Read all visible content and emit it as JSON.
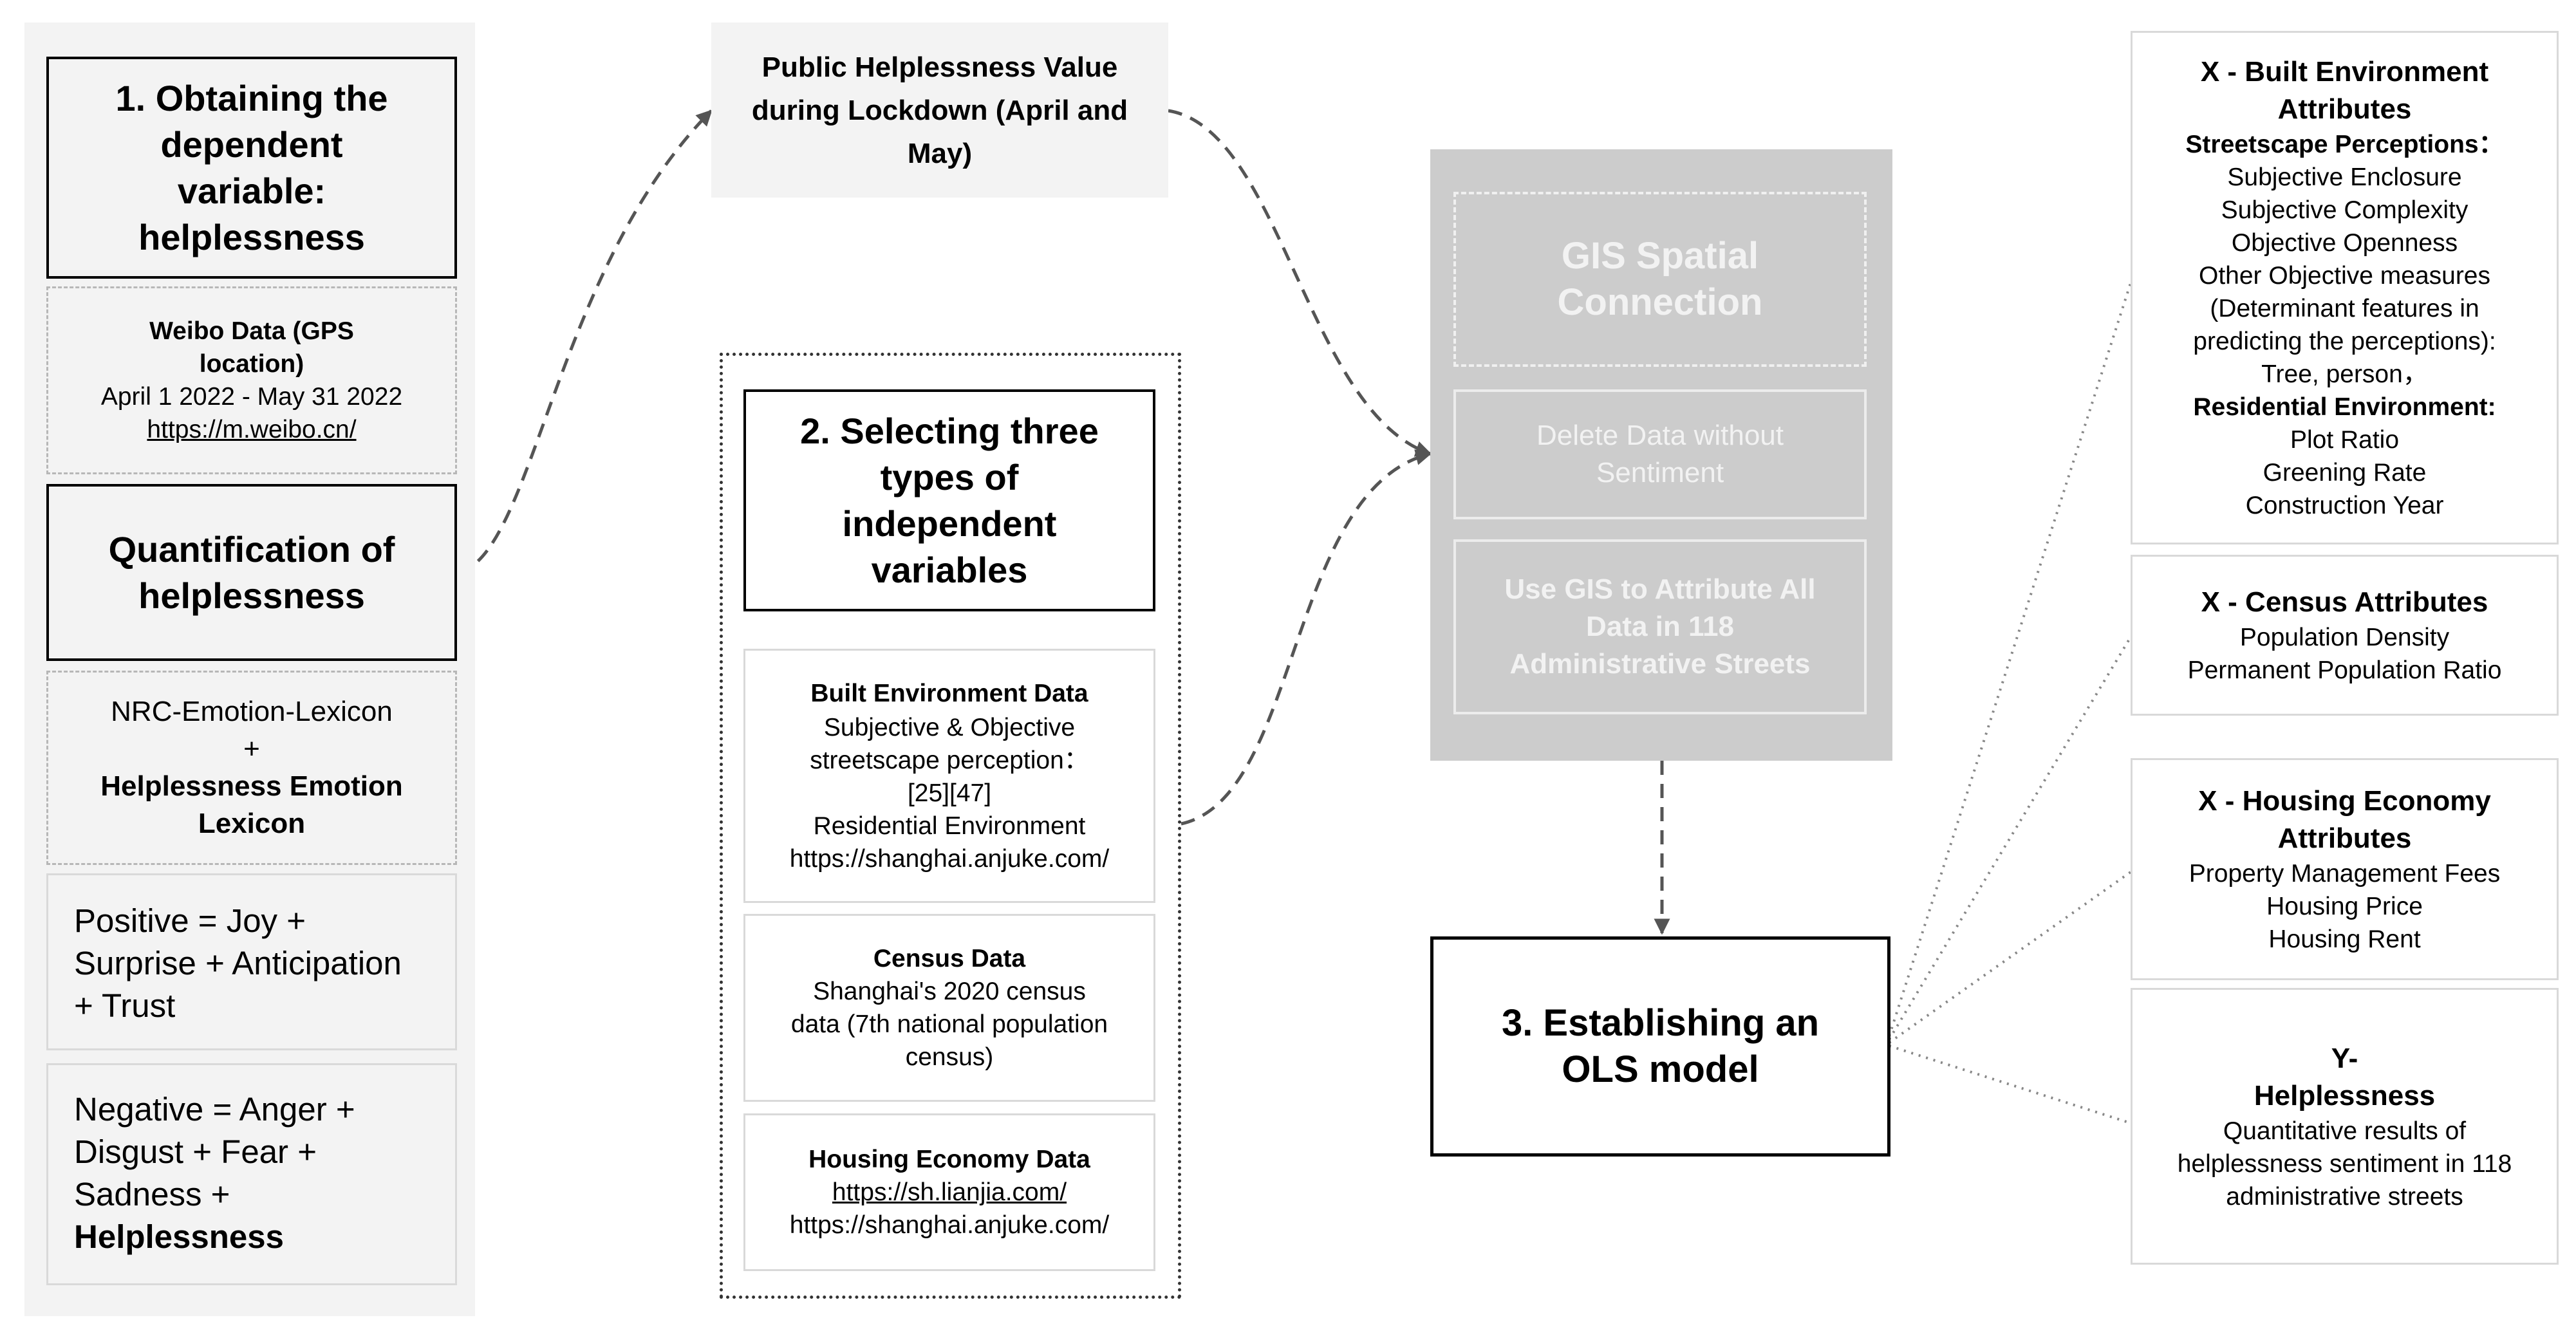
{
  "left": {
    "title": "1. Obtaining the dependent variable: helplessness",
    "weibo": {
      "title": "Weibo Data  (GPS location)",
      "dates": "April 1 2022 - May 31 2022",
      "url": "https://m.weibo.cn/"
    },
    "quant_title": "Quantification of helplessness",
    "lexicon": {
      "line1": "NRC-Emotion-Lexicon",
      "plus": "+",
      "line2": "Helplessness Emotion Lexicon"
    },
    "positive": "Positive = Joy + Surprise + Anticipation + Trust",
    "negative": {
      "text": "Negative = Anger + Disgust + Fear + Sadness +",
      "bold": "Helplessness"
    }
  },
  "public_value": "Public Helplessness Value during Lockdown (April and May)",
  "middle": {
    "title": "2. Selecting three types of independent variables",
    "built": {
      "title": "Built Environment Data",
      "lines": [
        "Subjective & Objective",
        "streetscape perception：",
        "[25][47]",
        "Residential Environment",
        "https://shanghai.anjuke.com/"
      ]
    },
    "census": {
      "title": "Census Data",
      "lines": [
        "Shanghai's 2020 census",
        "data (7th national population",
        "census)"
      ]
    },
    "housing": {
      "title": "Housing Economy Data",
      "url1": "https://sh.lianjia.com/",
      "url2": "https://shanghai.anjuke.com/"
    }
  },
  "gis": {
    "title": "GIS Spatial Connection",
    "delete": "Delete Data without Sentiment",
    "attribute": "Use GIS to Attribute All Data in 118 Administrative Streets"
  },
  "ols": "3. Establishing an OLS model",
  "right": {
    "built": {
      "title": "X - Built Environment Attributes",
      "sub1": "Streetscape Perceptions：",
      "items1": [
        "Subjective Enclosure",
        "Subjective Complexity",
        "Objective Openness",
        "Other Objective measures",
        "(Determinant features in",
        "predicting the perceptions):",
        "Tree, person，"
      ],
      "sub2": "Residential Environment:",
      "items2": [
        "Plot Ratio",
        "Greening Rate",
        "Construction Year"
      ]
    },
    "census": {
      "title": "X - Census Attributes",
      "items": [
        "Population Density",
        "Permanent Population Ratio"
      ]
    },
    "housing": {
      "title": "X - Housing Economy Attributes",
      "items": [
        "Property Management Fees",
        "Housing Price",
        "Housing Rent"
      ]
    },
    "y": {
      "title1": "Y-",
      "title2": "Helplessness",
      "items": [
        "Quantitative results of",
        "helplessness sentiment in 118",
        "administrative streets"
      ]
    }
  }
}
